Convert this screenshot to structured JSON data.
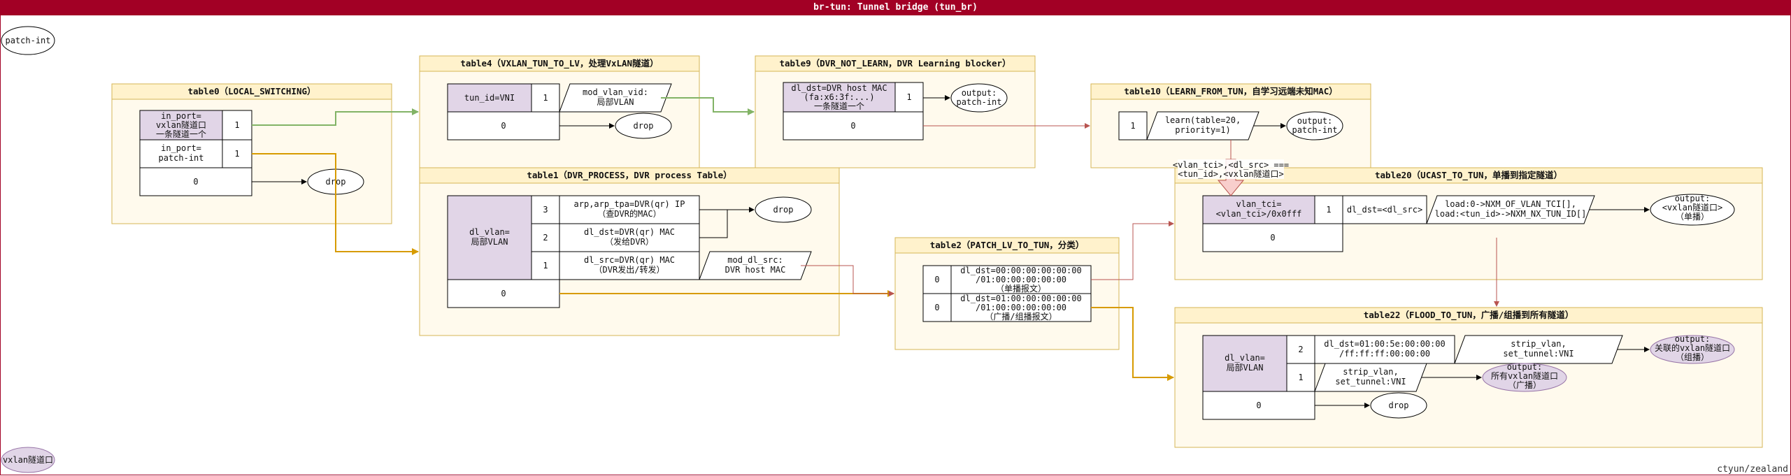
{
  "title": "br-tun: Tunnel bridge (tun_br)",
  "credit": "ctyun/zealand",
  "colors": {
    "banner": "#a20025",
    "header_fill": "#fff2cc",
    "header_stroke": "#d6b656",
    "match_fill": "#e1d5e7",
    "green": "#82b366",
    "orange": "#d79b00",
    "red": "#b85450",
    "pink_fill": "#f8cecc"
  },
  "ports": {
    "patch_int": "patch-int",
    "vxlan": "vxlan隧道口"
  },
  "table0": {
    "title": "table0（LOCAL_SWITCHING）",
    "r1_match": [
      "in_port=",
      "vxlan隧道口",
      "一条隧道一个"
    ],
    "r1_prio": "1",
    "r2_match": [
      "in_port=",
      "patch-int"
    ],
    "r2_prio": "1",
    "r3_prio": "0",
    "drop": "drop"
  },
  "table4": {
    "title": "table4（VXLAN_TUN_TO_LV，处理VxLAN隧道）",
    "r1_match": "tun_id=VNI",
    "r1_prio": "1",
    "r1_action": [
      "mod_vlan_vid:",
      "局部VLAN"
    ],
    "r2_prio": "0",
    "drop": "drop"
  },
  "table9": {
    "title": "table9（DVR_NOT_LEARN，DVR Learning blocker）",
    "r1_match": [
      "dl_dst=DVR host MAC",
      "(fa:x6:3f:...)",
      "一条隧道一个"
    ],
    "r1_prio": "1",
    "output": [
      "output:",
      "patch-int"
    ],
    "r2_prio": "0"
  },
  "table10": {
    "title": "table10（LEARN_FROM_TUN，自学习远端未知MAC）",
    "r1_prio": "1",
    "learn": [
      "learn(table=20,",
      "priority=1)"
    ],
    "output": [
      "output:",
      "patch-int"
    ],
    "learn_note": [
      "<vlan_tci>,<dl_src> ===",
      "<tun_id>,<vxlan隧道口>"
    ]
  },
  "table1": {
    "title": "table1（DVR_PROCESS，DVR process Table）",
    "match": [
      "dl_vlan=",
      "局部VLAN"
    ],
    "rows": [
      {
        "prio": "3",
        "match": [
          "arp,arp_tpa=DVR(qr) IP",
          "（查DVR的MAC）"
        ]
      },
      {
        "prio": "2",
        "match": [
          "dl_dst=DVR(qr) MAC",
          "（发给DVR）"
        ]
      },
      {
        "prio": "1",
        "match": [
          "dl_src=DVR(qr) MAC",
          "（DVR发出/转发）"
        ]
      }
    ],
    "mod_src": [
      "mod_dl_src:",
      "DVR host MAC"
    ],
    "r0_prio": "0",
    "drop": "drop"
  },
  "table2": {
    "title": "table2（PATCH_LV_TO_TUN，分类）",
    "rows": [
      {
        "prio": "0",
        "match": [
          "dl_dst=00:00:00:00:00:00",
          "/01:00:00:00:00:00",
          "（单播报文）"
        ]
      },
      {
        "prio": "0",
        "match": [
          "dl_dst=01:00:00:00:00:00",
          "/01:00:00:00:00:00",
          "（广播/组播报文）"
        ]
      }
    ]
  },
  "table20": {
    "title": "table20（UCAST_TO_TUN，单播到指定隧道）",
    "r1_match": [
      "vlan_tci=",
      "<vlan_tci>/0x0fff"
    ],
    "r1_prio": "1",
    "r1_dst": "dl_dst=<dl_src>",
    "r1_action": [
      "load:0->NXM_OF_VLAN_TCI[],",
      "load:<tun_id>->NXM_NX_TUN_ID[]"
    ],
    "output": [
      "output:",
      "<vxlan隧道口>",
      "（单播）"
    ],
    "r2_prio": "0"
  },
  "table22": {
    "title": "table22（FLOOD_TO_TUN，广播/组播到所有隧道）",
    "match": [
      "dl_vlan=",
      "局部VLAN"
    ],
    "r2_prio": "2",
    "r2_match": [
      "dl_dst=01:00:5e:00:00:00",
      "/ff:ff:ff:00:00:00"
    ],
    "r2_action": [
      "strip_vlan,",
      "set_tunnel:VNI"
    ],
    "r2_output": [
      "output:",
      "关联的vxlan隧道口",
      "（组播）"
    ],
    "r1_prio": "1",
    "r1_action": [
      "strip_vlan,",
      "set_tunnel:VNI"
    ],
    "r1_output": [
      "output:",
      "所有vxlan隧道口",
      "（广播）"
    ],
    "r0_prio": "0",
    "drop": "drop"
  }
}
